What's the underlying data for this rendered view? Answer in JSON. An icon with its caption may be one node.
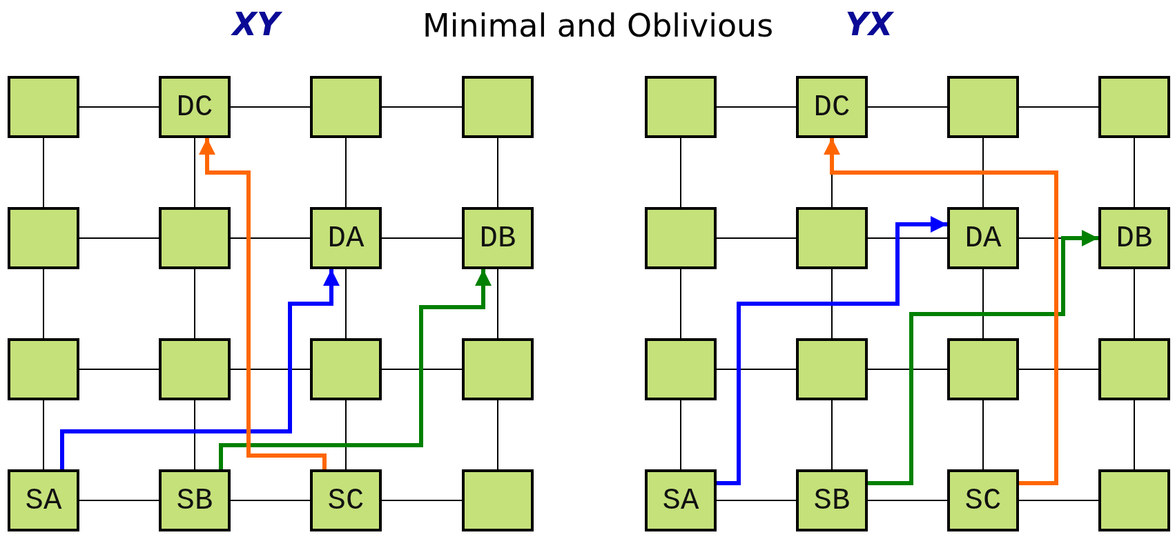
{
  "diagram": {
    "title": "Minimal and Oblivious",
    "nodes": [
      {
        "text": [],
        "shape": "box"
      },
      {
        "text": [
          "DC"
        ]
      },
      {
        "text": [],
        "shape": "box"
      },
      {
        "text": [],
        "shape": "box"
      },
      {
        "text": [],
        "shape": "box"
      },
      {
        "text": [],
        "shape": "box"
      },
      {
        "text": [
          "DA"
        ]
      },
      {
        "text": [
          "DB"
        ]
      },
      {
        "text": [],
        "shape": "box"
      },
      {
        "text": [],
        "shape": "box"
      },
      {
        "text": [],
        "shape": "box"
      },
      {
        "text": [],
        "shape": "box"
      },
      {
        "text": [
          "SA"
        ]
      },
      {
        "text": [
          "SB"
        ]
      },
      {
        "text": [
          "SC"
        ]
      },
      {
        "text": [],
        "shape": "box"
      },
      {
        "text": [],
        "shape": "box"
      },
      {
        "text": [
          "DC"
        ]
      },
      {
        "text": [],
        "shape": "box"
      },
      {
        "text": [],
        "shape": "box"
      },
      {
        "text": [],
        "shape": "box"
      },
      {
        "text": [],
        "shape": "box"
      },
      {
        "text": [
          "DA"
        ]
      },
      {
        "text": [
          "DB"
        ]
      },
      {
        "text": [],
        "shape": "box"
      },
      {
        "text": [],
        "shape": "box"
      },
      {
        "text": [],
        "shape": "box"
      },
      {
        "text": [],
        "shape": "box"
      },
      {
        "text": [
          "SA"
        ]
      },
      {
        "text": [
          "SB"
        ]
      },
      {
        "text": [
          "SC"
        ]
      },
      {
        "text": [],
        "shape": "box"
      }
    ],
    "edges": [
      {
        "from": 0,
        "to": 1,
        "arrow": "none"
      },
      {
        "from": 1,
        "to": 2,
        "arrow": "none"
      },
      {
        "from": 2,
        "to": 3,
        "arrow": "none"
      },
      {
        "from": 4,
        "to": 5,
        "arrow": "none"
      },
      {
        "from": 5,
        "to": 6,
        "arrow": "none"
      },
      {
        "from": 6,
        "to": 7,
        "arrow": "none"
      },
      {
        "from": 8,
        "to": 9,
        "arrow": "none"
      },
      {
        "from": 9,
        "to": 10,
        "arrow": "none"
      },
      {
        "from": 10,
        "to": 11,
        "arrow": "none"
      },
      {
        "from": 12,
        "to": 13,
        "arrow": "none"
      },
      {
        "from": 13,
        "to": 14,
        "arrow": "none"
      },
      {
        "from": 14,
        "to": 15,
        "arrow": "none"
      },
      {
        "from": 0,
        "to": 4,
        "arrow": "none"
      },
      {
        "from": 1,
        "to": 5,
        "arrow": "none"
      },
      {
        "from": 2,
        "to": 6,
        "arrow": "none"
      },
      {
        "from": 3,
        "to": 7,
        "arrow": "none"
      },
      {
        "from": 4,
        "to": 8,
        "arrow": "none"
      },
      {
        "from": 5,
        "to": 9,
        "arrow": "none"
      },
      {
        "from": 6,
        "to": 10,
        "arrow": "none"
      },
      {
        "from": 7,
        "to": 11,
        "arrow": "none"
      },
      {
        "from": 8,
        "to": 12,
        "arrow": "none"
      },
      {
        "from": 9,
        "to": 13,
        "arrow": "none"
      },
      {
        "from": 10,
        "to": 14,
        "arrow": "none"
      },
      {
        "from": 11,
        "to": 15,
        "arrow": "none"
      },
      {
        "from": 16,
        "to": 17,
        "arrow": "none"
      },
      {
        "from": 17,
        "to": 18,
        "arrow": "none"
      },
      {
        "from": 18,
        "to": 19,
        "arrow": "none"
      },
      {
        "from": 20,
        "to": 21,
        "arrow": "none"
      },
      {
        "from": 21,
        "to": 22,
        "arrow": "none"
      },
      {
        "from": 22,
        "to": 23,
        "arrow": "none"
      },
      {
        "from": 24,
        "to": 25,
        "arrow": "none"
      },
      {
        "from": 25,
        "to": 26,
        "arrow": "none"
      },
      {
        "from": 26,
        "to": 27,
        "arrow": "none"
      },
      {
        "from": 28,
        "to": 29,
        "arrow": "none"
      },
      {
        "from": 29,
        "to": 30,
        "arrow": "none"
      },
      {
        "from": 30,
        "to": 31,
        "arrow": "none"
      },
      {
        "from": 16,
        "to": 20,
        "arrow": "none"
      },
      {
        "from": 17,
        "to": 21,
        "arrow": "none"
      },
      {
        "from": 18,
        "to": 22,
        "arrow": "none"
      },
      {
        "from": 19,
        "to": 23,
        "arrow": "none"
      },
      {
        "from": 20,
        "to": 24,
        "arrow": "none"
      },
      {
        "from": 21,
        "to": 25,
        "arrow": "none"
      },
      {
        "from": 22,
        "to": 26,
        "arrow": "none"
      },
      {
        "from": 23,
        "to": 27,
        "arrow": "none"
      },
      {
        "from": 24,
        "to": 28,
        "arrow": "none"
      },
      {
        "from": 25,
        "to": 29,
        "arrow": "none"
      },
      {
        "from": 26,
        "to": 30,
        "arrow": "none"
      },
      {
        "from": 27,
        "to": 31,
        "arrow": "none"
      },
      {
        "from": 12,
        "to": 6,
        "arrow": "to",
        "style": "thick",
        "color": "#0000ff"
      },
      {
        "from": 13,
        "to": 7,
        "arrow": "to",
        "style": "thick",
        "color": "#008000"
      },
      {
        "from": 14,
        "to": 1,
        "arrow": "to",
        "style": "thick",
        "color": "#ff6600"
      },
      {
        "from": 28,
        "to": 22,
        "arrow": "to",
        "style": "thick",
        "color": "#0000ff"
      },
      {
        "from": 29,
        "to": 23,
        "arrow": "to",
        "style": "thick",
        "color": "#008000"
      },
      {
        "from": 30,
        "to": 17,
        "arrow": "to",
        "style": "thick",
        "color": "#ff6600"
      }
    ],
    "labels": [
      "XY",
      "YX"
    ]
  }
}
